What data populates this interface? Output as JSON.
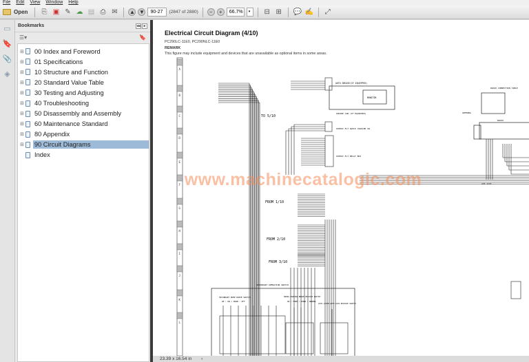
{
  "menu": [
    "File",
    "Edit",
    "View",
    "Window",
    "Help"
  ],
  "toolbar": {
    "open_label": "Open",
    "page_value": "90-27",
    "page_count": "(2847 of 2880)",
    "zoom_value": "66.7%"
  },
  "panel": {
    "title": "Bookmarks"
  },
  "bookmarks": [
    {
      "label": "00 Index and Foreword"
    },
    {
      "label": "01 Specifications"
    },
    {
      "label": "10 Structure and Function"
    },
    {
      "label": "20 Standard Value Table"
    },
    {
      "label": "30 Testing and Adjusting"
    },
    {
      "label": "40 Troubleshooting"
    },
    {
      "label": "50 Disassembly and Assembly"
    },
    {
      "label": "60 Maintenance Standard"
    },
    {
      "label": "80 Appendix"
    },
    {
      "label": "90 Circuit Diagrams",
      "selected": true
    },
    {
      "label": "Index"
    }
  ],
  "document": {
    "title": "Electrical Circuit Diagram (4/10)",
    "models": "PC290LC-11E0, PC290NLC-11E0",
    "remark_heading": "REMARK",
    "remark": "This figure may include equipment and devices that are unavailable as optional items in some areas.",
    "rows": [
      "A",
      "B",
      "C",
      "D",
      "E",
      "F",
      "G",
      "H",
      "I",
      "J",
      "K",
      "L"
    ],
    "labels": {
      "to_5_10": "TO 5/10",
      "from_1_10": "FROM 1/10",
      "from_2_10": "FROM 2/10",
      "from_3_10": "FROM 3/10",
      "auto_grease": "AUTO GREASE(IF EQUIPPED)",
      "monitor": "MONITOR",
      "inside_cab": "INSIDE CAB (IF EQUIPPED)",
      "quick_coupler": "OUTPUT-FLT QUICK COUPLER SW",
      "relay_box": "OUTPUT-FLT RELAY BOX",
      "radio_table": "RADIO CONNECTION TABLE",
      "antenna": "ANTENNA",
      "radio": "RADIO",
      "aux_jack": "AUX JACK",
      "secondary_switch": "SECONDARY OPERATION SWITCH",
      "pump_drive": "SECONDARY PUMP DRIVE SWITCH",
      "pump_drive_modes": "UP : ON / DOWN : OFF",
      "brake_release": "SWING PARKING BRAKE RELEASE SWITCH",
      "brake_modes": "UP : FREE / DOWN : NORMAL",
      "lock_lever": "LOCK LEVER AUTO LOCK RELEASE SWITCH"
    },
    "watermark": "www.machinecatalogic.com"
  },
  "status": {
    "page_size": "23.39 x 16.54 in"
  }
}
